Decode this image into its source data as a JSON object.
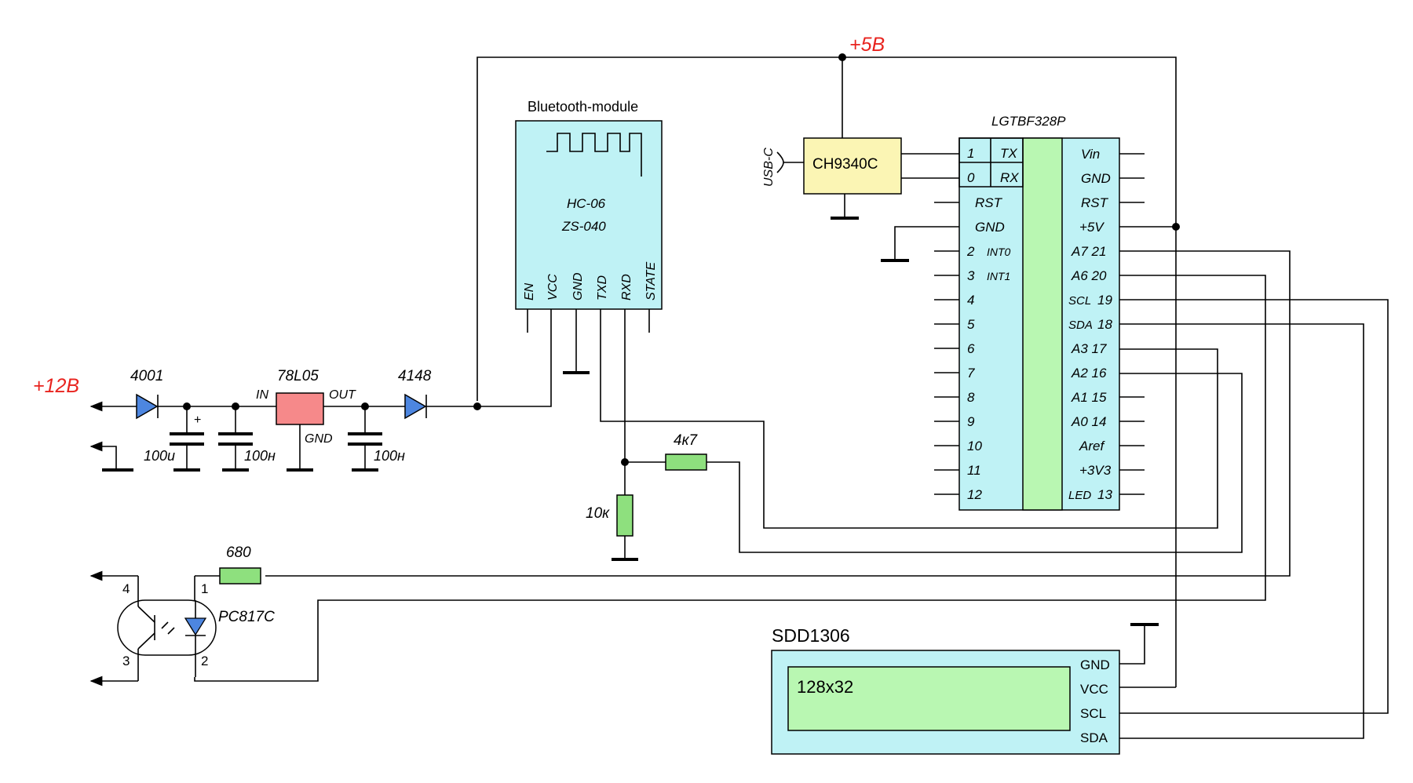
{
  "colors": {
    "module_fill": "#bff2f5",
    "usb_bridge_fill": "#fbf5b4",
    "regulator_fill": "#f6898a",
    "resistor_fill": "#8ee07e",
    "diode_fill": "#4d86e0",
    "screen_fill": "#b9f7b2",
    "power_label": "#e8231e"
  },
  "power": {
    "v12": "+12В",
    "v5": "+5В"
  },
  "input_stage": {
    "diode1": "4001",
    "cap1": "100u",
    "cap1_polarity": "+",
    "cap2": "100н",
    "regulator": "78L05",
    "reg_in": "IN",
    "reg_out": "OUT",
    "reg_gnd": "GND",
    "cap3": "100н",
    "diode2": "4148"
  },
  "bluetooth": {
    "title": "Bluetooth-module",
    "model1": "HC-06",
    "model2": "ZS-040",
    "pins": [
      "EN",
      "VCC",
      "GND",
      "TXD",
      "RXD",
      "STATE"
    ]
  },
  "usb": {
    "connector": "USB-C",
    "chip": "CH9340C"
  },
  "mcu": {
    "title": "LGTBF328P",
    "uart": {
      "tx_num": "1",
      "tx": "TX",
      "rx_num": "0",
      "rx": "RX"
    },
    "left_pins": [
      "RST",
      "GND",
      "2",
      "INT0",
      "3",
      "INT1",
      "4",
      "5",
      "6",
      "7",
      "8",
      "9",
      "10",
      "11",
      "12"
    ],
    "right_pins": [
      "Vin",
      "GND",
      "RST",
      "+5V",
      "A7 21",
      "A6 20",
      "SCL",
      "19",
      "SDA",
      "18",
      "A3 17",
      "A2 16",
      "A1 15",
      "A0 14",
      "Aref",
      "+3V3",
      "LED",
      "13"
    ]
  },
  "divider": {
    "r_top": "4к7",
    "r_bottom": "10к"
  },
  "opto": {
    "resistor": "680",
    "part": "PC817C",
    "pins": [
      "4",
      "3",
      "1",
      "2"
    ]
  },
  "display": {
    "title": "SDD1306",
    "resolution": "128x32",
    "pins": [
      "GND",
      "VCC",
      "SCL",
      "SDA"
    ]
  }
}
